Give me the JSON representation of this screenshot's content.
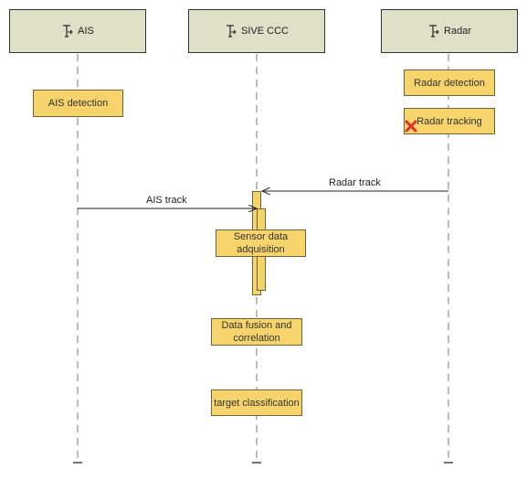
{
  "lifelines": [
    {
      "id": "ais",
      "label": "AIS",
      "icon": "actor-icon"
    },
    {
      "id": "sive",
      "label": "SIVE CCC",
      "icon": "actor-icon"
    },
    {
      "id": "radar",
      "label": "Radar",
      "icon": "actor-icon"
    }
  ],
  "notes": {
    "ais_detection": "AIS detection",
    "radar_detection": "Radar detection",
    "radar_tracking": "Radar tracking",
    "sensor_acquisition": [
      "Sensor data",
      "adquisition"
    ],
    "data_fusion": [
      "Data fusion and",
      "correlation"
    ],
    "target_classification": "target classification"
  },
  "messages": {
    "radar_track": "Radar track",
    "ais_track": "AIS track"
  },
  "colors": {
    "head_fill": "#dfe0c8",
    "note_fill": "#f7d46b",
    "note_border": "#6e6438",
    "error": "#d9302c"
  }
}
